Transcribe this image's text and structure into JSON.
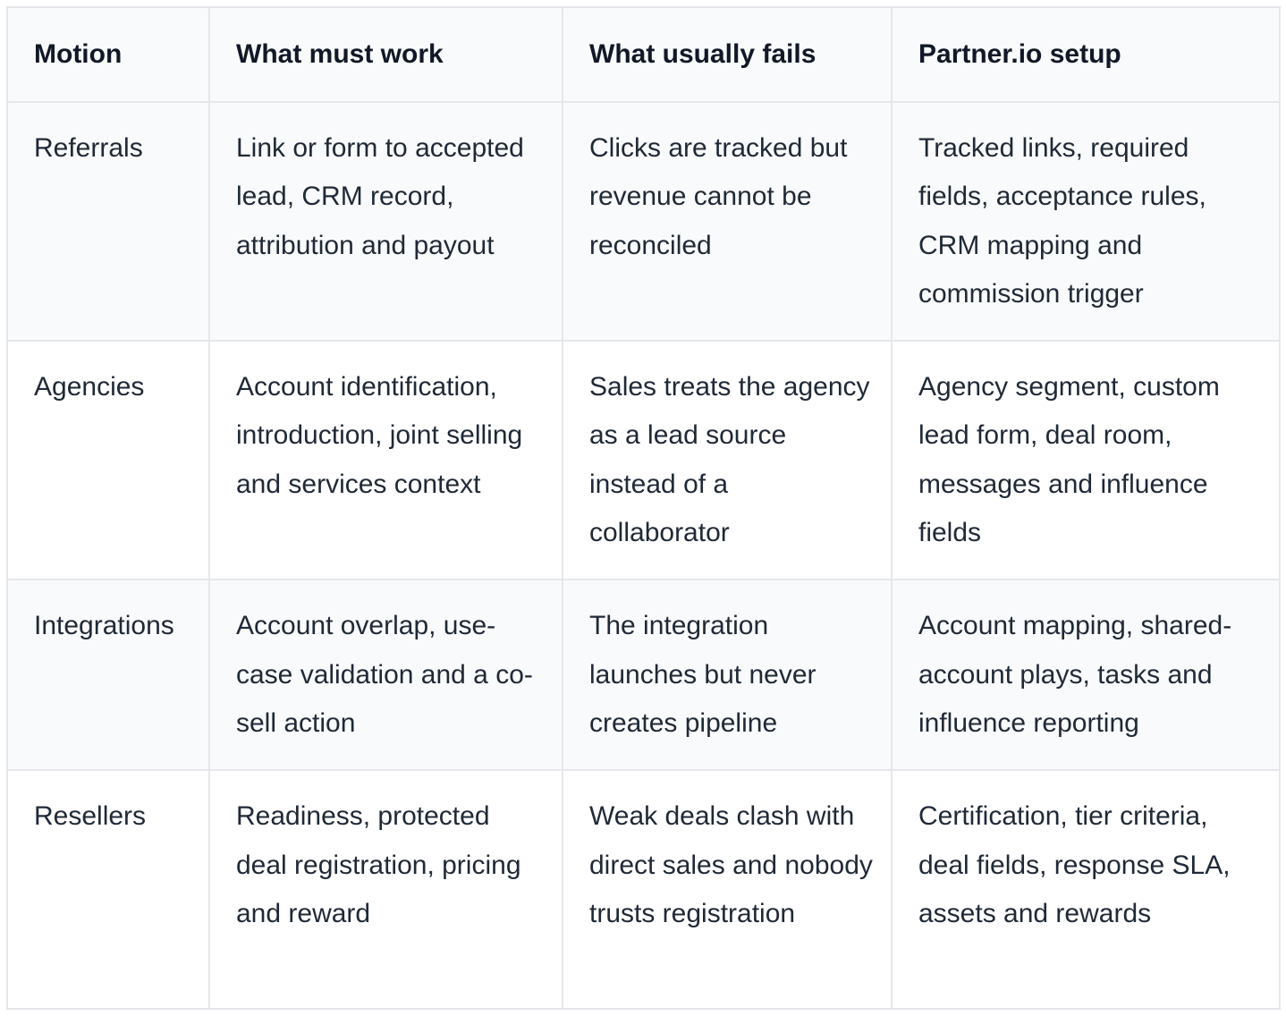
{
  "table": {
    "headers": [
      "Motion",
      "What must work",
      "What usually fails",
      "Partner.io setup"
    ],
    "rows": [
      {
        "motion": "Referrals",
        "must_work": "Link or form to accepted lead, CRM record, attribution and payout",
        "usually_fails": "Clicks are tracked but revenue cannot be reconciled",
        "setup": "Tracked links, required fields, acceptance rules, CRM mapping and commission trigger"
      },
      {
        "motion": "Agencies",
        "must_work": "Account identification, introduction, joint selling and services context",
        "usually_fails": "Sales treats the agency as a lead source instead of a collaborator",
        "setup": "Agency segment, custom lead form, deal room, messages and influence fields"
      },
      {
        "motion": "Integrations",
        "must_work": "Account overlap, use-case validation and a co-sell action",
        "usually_fails": "The integration launches but never creates pipeline",
        "setup": "Account mapping, shared-account plays, tasks and influence reporting"
      },
      {
        "motion": "Resellers",
        "must_work": "Readiness, protected deal registration, pricing and reward",
        "usually_fails": "Weak deals clash with direct sales and nobody trusts registration",
        "setup": "Certification, tier criteria, deal fields, response SLA, assets and rewards"
      }
    ]
  }
}
